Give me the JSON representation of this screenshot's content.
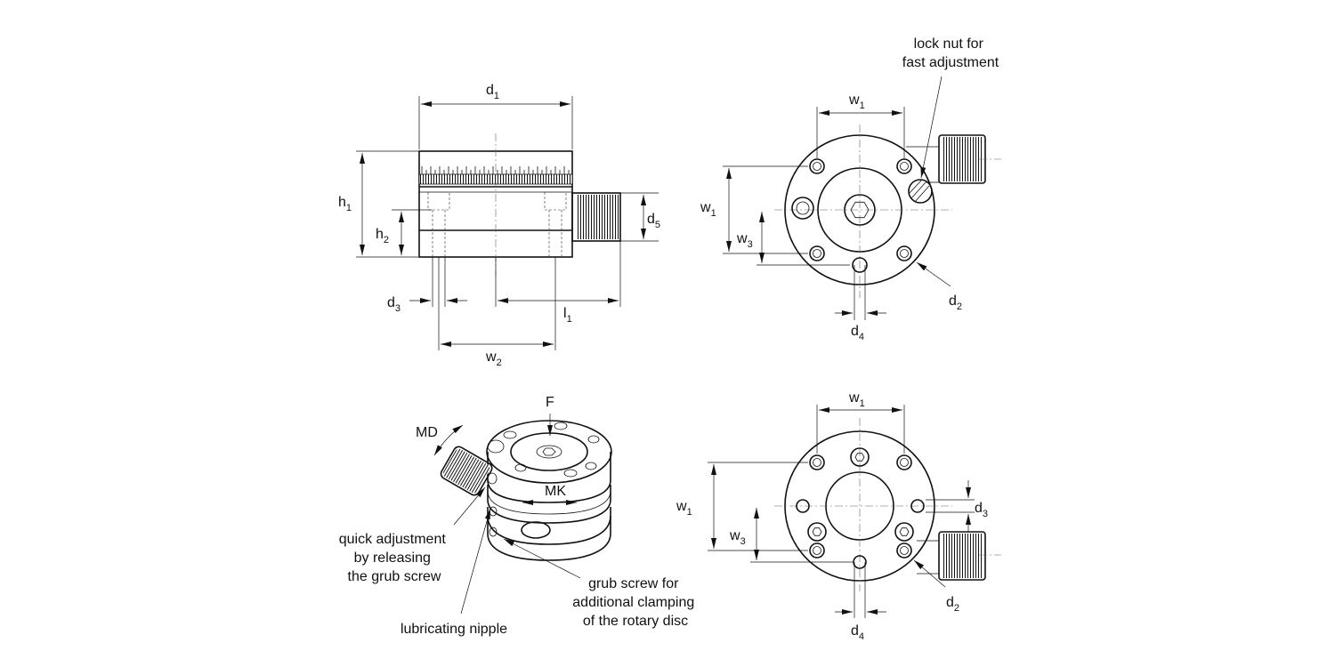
{
  "dims": {
    "d1": {
      "main": "d",
      "sub": "1"
    },
    "h1": {
      "main": "h",
      "sub": "1"
    },
    "h2": {
      "main": "h",
      "sub": "2"
    },
    "d5": {
      "main": "d",
      "sub": "5"
    },
    "d3": {
      "main": "d",
      "sub": "3"
    },
    "l1": {
      "main": "l",
      "sub": "1"
    },
    "w2": {
      "main": "w",
      "sub": "2"
    },
    "w1": {
      "main": "w",
      "sub": "1"
    },
    "w3": {
      "main": "w",
      "sub": "3"
    },
    "d2": {
      "main": "d",
      "sub": "2"
    },
    "d4": {
      "main": "d",
      "sub": "4"
    }
  },
  "labels": {
    "F": "F",
    "MD": "MD",
    "MK": "MK"
  },
  "notes": {
    "lock_nut": [
      "lock nut for",
      "fast adjustment"
    ],
    "quick_adjust": [
      "quick adjustment",
      "by releasing",
      "the grub screw"
    ],
    "grub_screw": [
      "grub screw for",
      "additional clamping",
      "of the rotary disc"
    ],
    "lubricating": [
      "lubricating nipple"
    ]
  }
}
